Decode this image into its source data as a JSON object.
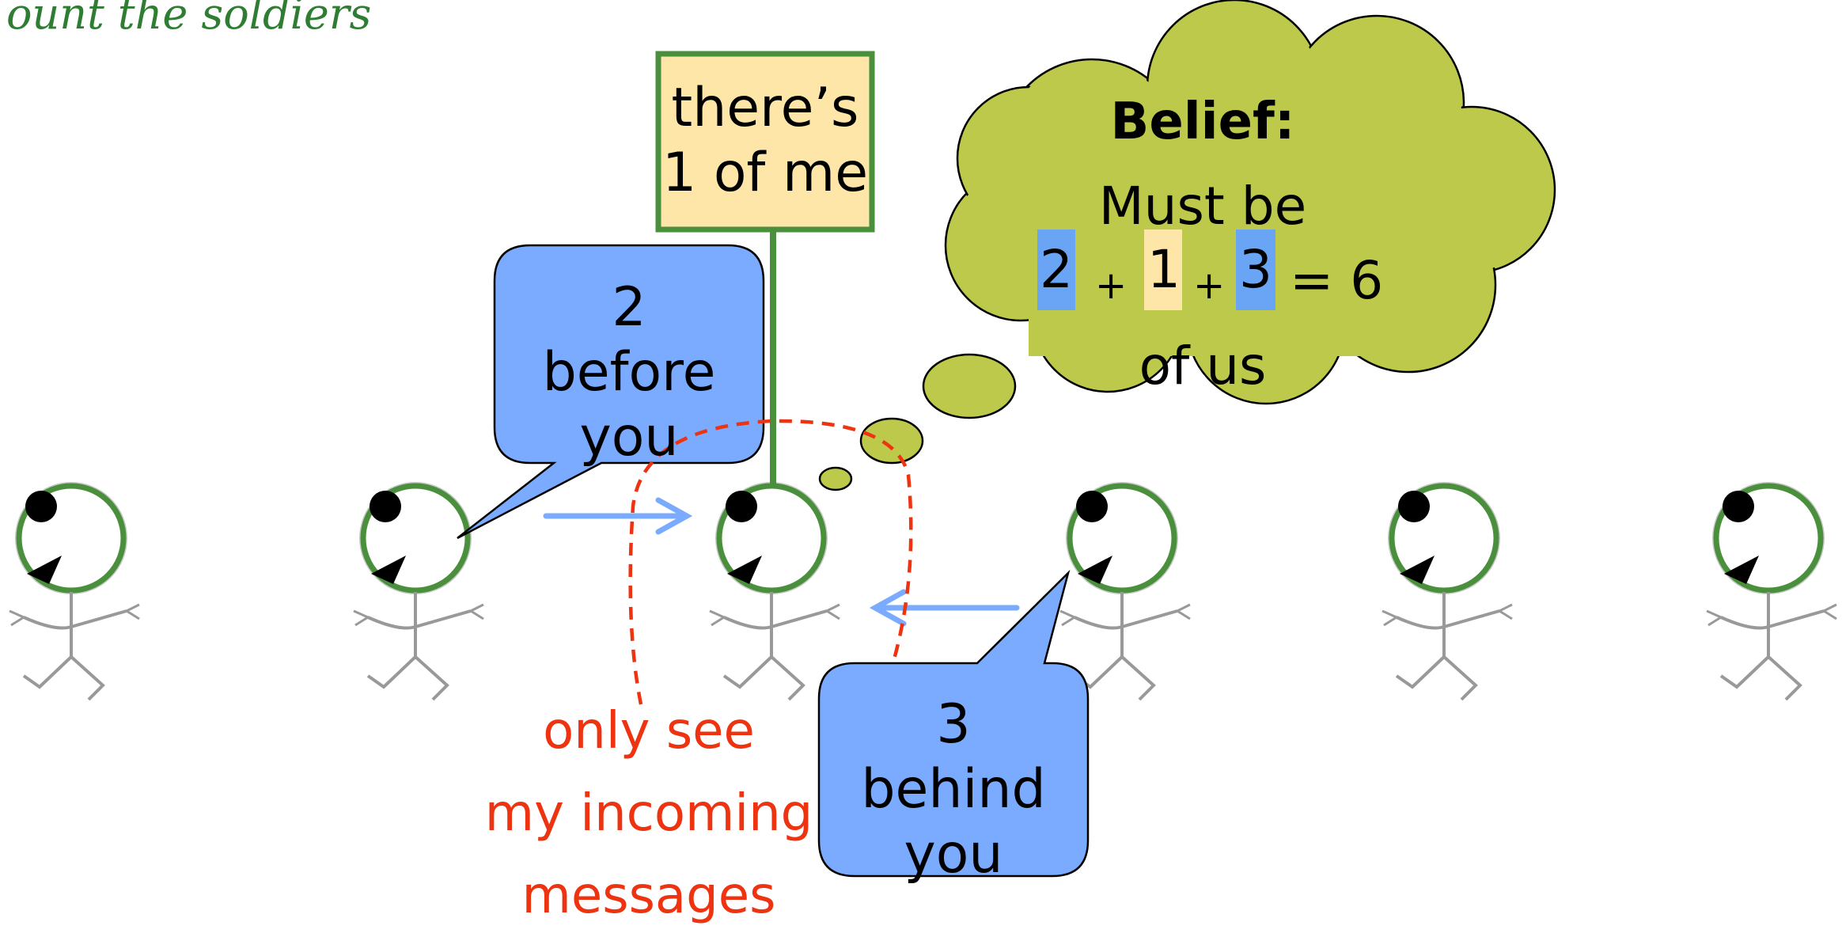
{
  "title": "ount the soldiers",
  "sign": {
    "line1": "there’s",
    "line2": "1 of me"
  },
  "bubble_left": {
    "line1": "2",
    "line2": "before",
    "line3": "you"
  },
  "bubble_right": {
    "line1": "3",
    "line2": "behind",
    "line3": "you"
  },
  "thought": {
    "heading": "Belief:",
    "line1": "Must be",
    "equation": {
      "a": "2",
      "plus1": "+",
      "b": "1",
      "plus2": "+",
      "c": "3",
      "eq": "= 6"
    },
    "line3": "of us"
  },
  "note": {
    "line1": "only see",
    "line2": "my incoming",
    "line3": "messages"
  },
  "soldiers_count": 6,
  "colors": {
    "title": "#2e7d32",
    "sign_fill": "#fde6a8",
    "sign_border": "#4a8f3c",
    "bubble_fill": "#7aabff",
    "thought_fill": "#bdc94a",
    "arrow": "#7aabff",
    "dashed": "#ee3311",
    "note_text": "#ee3311",
    "head_ring": "#4a8f3c",
    "highlight_blue": "#6aa5f5",
    "highlight_yellow": "#fde6a8"
  }
}
